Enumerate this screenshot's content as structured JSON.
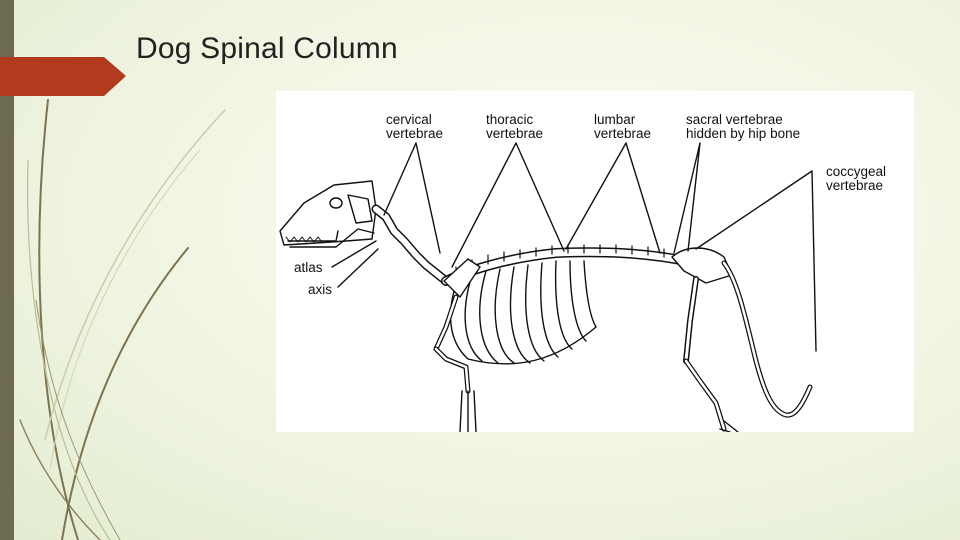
{
  "slide": {
    "title": "Dog Spinal Column"
  },
  "figure": {
    "labels": {
      "cervical_1": "cervical",
      "cervical_2": "vertebrae",
      "thoracic_1": "thoracic",
      "thoracic_2": "vertebrae",
      "lumbar_1": "lumbar",
      "lumbar_2": "vertebrae",
      "sacral_1": "sacral vertebrae",
      "sacral_2": "hidden by hip bone",
      "coccygeal_1": "coccygeal",
      "coccygeal_2": "vertebrae",
      "atlas": "atlas",
      "axis": "axis"
    }
  },
  "colors": {
    "accent_tab": "#b23a1e",
    "left_bar": "#6e6a52",
    "grass": "#8a8058"
  }
}
